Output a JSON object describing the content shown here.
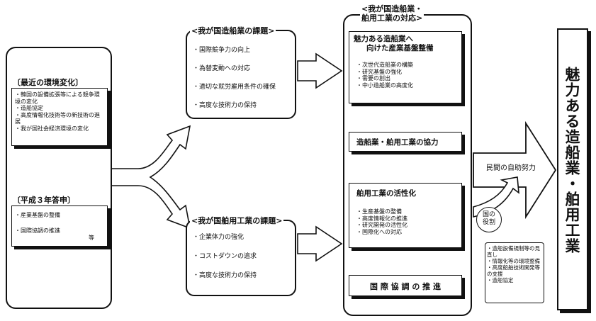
{
  "left": {
    "env_title": "最近の環境変化",
    "env_items": [
      "韓国の設備拡張等による競争環境の変化",
      "造船協定",
      "高度情報化技術等の新技術の進展",
      "我が国社会経済環境の変化"
    ],
    "report_title": "平成３年答申",
    "report_items": [
      "産業基盤の整備",
      "国際協調の推進"
    ],
    "report_note": "等"
  },
  "shipbuilding_issues": {
    "title": "我が国造船業の課題",
    "items": [
      "国際競争力の向上",
      "為替変動への対応",
      "適切な就労雇用条件の確保",
      "高度な技術力の保持"
    ]
  },
  "marine_issues": {
    "title": "我が国舶用工業の課題",
    "items": [
      "企業体力の強化",
      "コストダウンの追求",
      "高度な技術力の保持"
    ]
  },
  "response": {
    "title_line1": "我が国造船業・",
    "title_line2": "舶用工業の対応",
    "infra_title_line1": "魅力ある造船業へ",
    "infra_title_line2": "向けた産業基盤整備",
    "infra_items": [
      "次世代造船業の構築",
      "研究基盤の強化",
      "需要の創出",
      "中小造船業の高度化"
    ],
    "cooperation": "造船業・舶用工業の協力",
    "marine_title": "舶用工業の活性化",
    "marine_items": [
      "生産基盤の整備",
      "高度情報化の推進",
      "研究開発の活性化",
      "国際化への対応"
    ],
    "intl": "国 際 協 調 の 推 進"
  },
  "right": {
    "private_effort": "民間の自助努力",
    "gov_role_line1": "国の",
    "gov_role_line2": "役割",
    "gov_items": [
      "造船設備規制等の見直し",
      "情報化等の環境整備",
      "高度船舶技術開発等の支援",
      "造船協定"
    ],
    "goal": "魅力ある造船業・舶用工業"
  }
}
